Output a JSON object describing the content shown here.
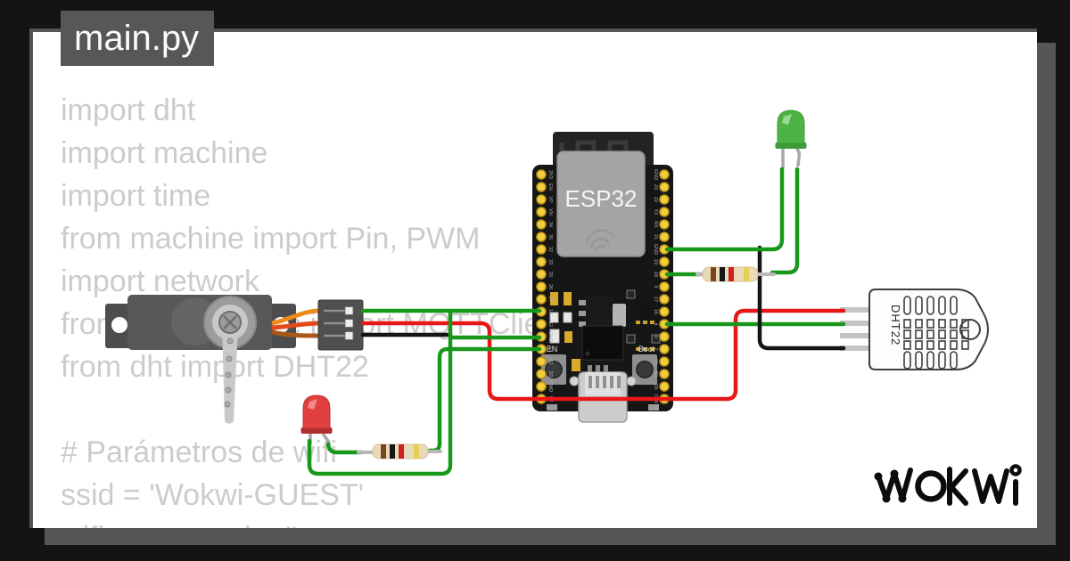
{
  "frame": {
    "background": "#141414",
    "shadow": "#565656",
    "panel": "#ffffff"
  },
  "tab": {
    "title": "main.py",
    "bg": "#575757"
  },
  "code": {
    "color": "#cccccc",
    "lines": [
      "import dht",
      "import machine",
      "import time",
      "from machine import Pin, PWM",
      "import network",
      "from umqtt.simple import MQTTClient",
      "from dht import DHT22",
      "",
      "# Parámetros de wifi",
      "ssid = 'Wokwi-GUEST'",
      "wifi_password = ''"
    ]
  },
  "circuit": {
    "esp32": {
      "label": "ESP32",
      "en_label": "EN",
      "boot_label": "Boot",
      "left_pins": [
        "3V3",
        "EN",
        "VP",
        "VN",
        "34",
        "35",
        "32",
        "33",
        "25",
        "26",
        "27",
        "14",
        "12",
        "GND",
        "13",
        "D2",
        "D3",
        "CMD",
        "5V"
      ],
      "right_pins": [
        "GND",
        "23",
        "22",
        "TX",
        "RX",
        "21",
        "GND",
        "19",
        "18",
        "5",
        "17",
        "16",
        "4",
        "0",
        "2",
        "15",
        "D1",
        "D0",
        "CLK"
      ],
      "board_color": "#161616",
      "pin_color": "#f2cf3a",
      "shield_color": "#a4a4a4"
    },
    "dht22": {
      "label": "DHT22"
    },
    "wires": {
      "green": "#18981a",
      "red": "#e81717",
      "black": "#141414",
      "lead_gray": "#b8b8b8"
    },
    "leds": {
      "red": "#e04040",
      "green": "#4cb344"
    },
    "resistor_bands": [
      "brown",
      "black",
      "red",
      "gold"
    ]
  },
  "logo": {
    "text": "WOKWI"
  }
}
